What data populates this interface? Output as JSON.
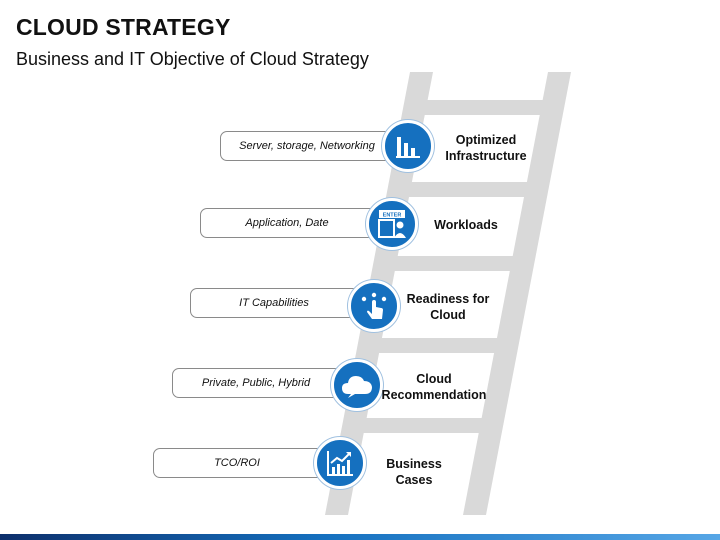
{
  "header": {
    "title": "CLOUD STRATEGY",
    "subtitle": "Business and IT Objective of Cloud Strategy"
  },
  "colors": {
    "accent": "#1570bf",
    "ladder": "#d9d9d9",
    "bar_dark": "#0d2f6b",
    "bar_light": "#56a6e6"
  },
  "steps": [
    {
      "label_line1": "Optimized",
      "label_line2": "Infrastructure",
      "pill": "Server, storage, Networking",
      "icon": "bar-chart-icon"
    },
    {
      "label_line1": "Workloads",
      "label_line2": "",
      "pill": "Application, Date",
      "icon": "enter-key-user-icon",
      "icon_text": "ENTER"
    },
    {
      "label_line1": "Readiness for",
      "label_line2": "Cloud",
      "pill": "IT Capabilities",
      "icon": "touch-hand-icon"
    },
    {
      "label_line1": "Cloud",
      "label_line2": "Recommendation",
      "pill": "Private, Public, Hybrid",
      "icon": "cloud-icon"
    },
    {
      "label_line1": "Business Cases",
      "label_line2": "",
      "pill": "TCO/ROI",
      "icon": "growth-chart-icon"
    }
  ]
}
